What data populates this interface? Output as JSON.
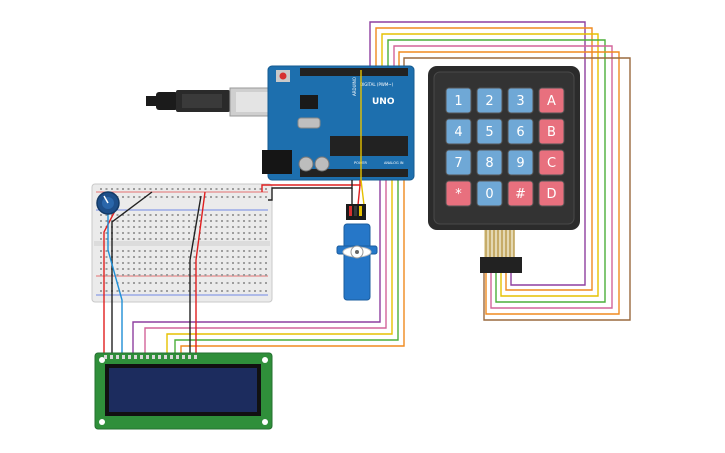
{
  "arduino": {
    "brand_label": "ARDUINO",
    "model_label": "UNO",
    "digital_label": "DIGITAL (PWM~)",
    "power_label": "POWER",
    "analog_label": "ANALOG IN"
  },
  "keypad": {
    "keys": [
      "1",
      "2",
      "3",
      "A",
      "4",
      "5",
      "6",
      "B",
      "7",
      "8",
      "9",
      "C",
      "*",
      "0",
      "#",
      "D"
    ],
    "key_types": [
      "num",
      "num",
      "num",
      "letter",
      "num",
      "num",
      "num",
      "letter",
      "num",
      "num",
      "num",
      "letter",
      "letter",
      "num",
      "letter",
      "letter"
    ]
  },
  "colors": {
    "board_blue": "#1d6fae",
    "keypad_body": "#2b2b2b",
    "key_blue": "#6fa8d6",
    "key_red": "#e8707e",
    "lcd_board": "#2f8f3a",
    "lcd_screen": "#1c2c5e",
    "servo_blue": "#2677c8",
    "wire_red": "#e02020",
    "wire_black": "#222222",
    "wire_yellow": "#e5c100",
    "wire_purple": "#8e3fa0",
    "wire_orange": "#f08a1e",
    "wire_green": "#4caf3a",
    "wire_brown": "#9a6a3e",
    "wire_pink": "#d2649a",
    "wire_blue": "#1f8fd6"
  },
  "icons": [
    "usb-cable-icon",
    "potentiometer-icon",
    "servo-motor-icon"
  ]
}
